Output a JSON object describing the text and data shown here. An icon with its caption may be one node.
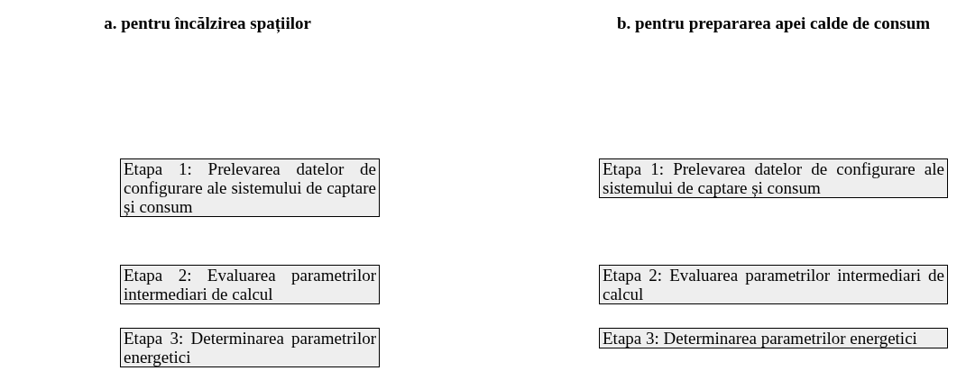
{
  "diagram": {
    "nodes": [
      {
        "text": [
          "Etapa 1: Prelevarea datelor de configurare ale sistemului de captare și consum"
        ]
      },
      {
        "text": [
          "Etapa 2: Evaluarea parametrilor intermediari de calcul"
        ]
      },
      {
        "text": [
          "Etapa 3: Determinarea parametrilor energetici"
        ]
      },
      {
        "text": [
          "Etapa 1: Prelevarea datelor de configurare ale sistemului de captare și consum"
        ]
      },
      {
        "text": [
          "Etapa 2: Evaluarea parametrilor intermediari de calcul"
        ]
      },
      {
        "text": [
          "Etapa 3: Determinarea parametrilor energetici"
        ]
      }
    ],
    "labels": [
      "a. pentru încălzirea spațiilor",
      "b. pentru prepararea apei calde de consum"
    ]
  }
}
